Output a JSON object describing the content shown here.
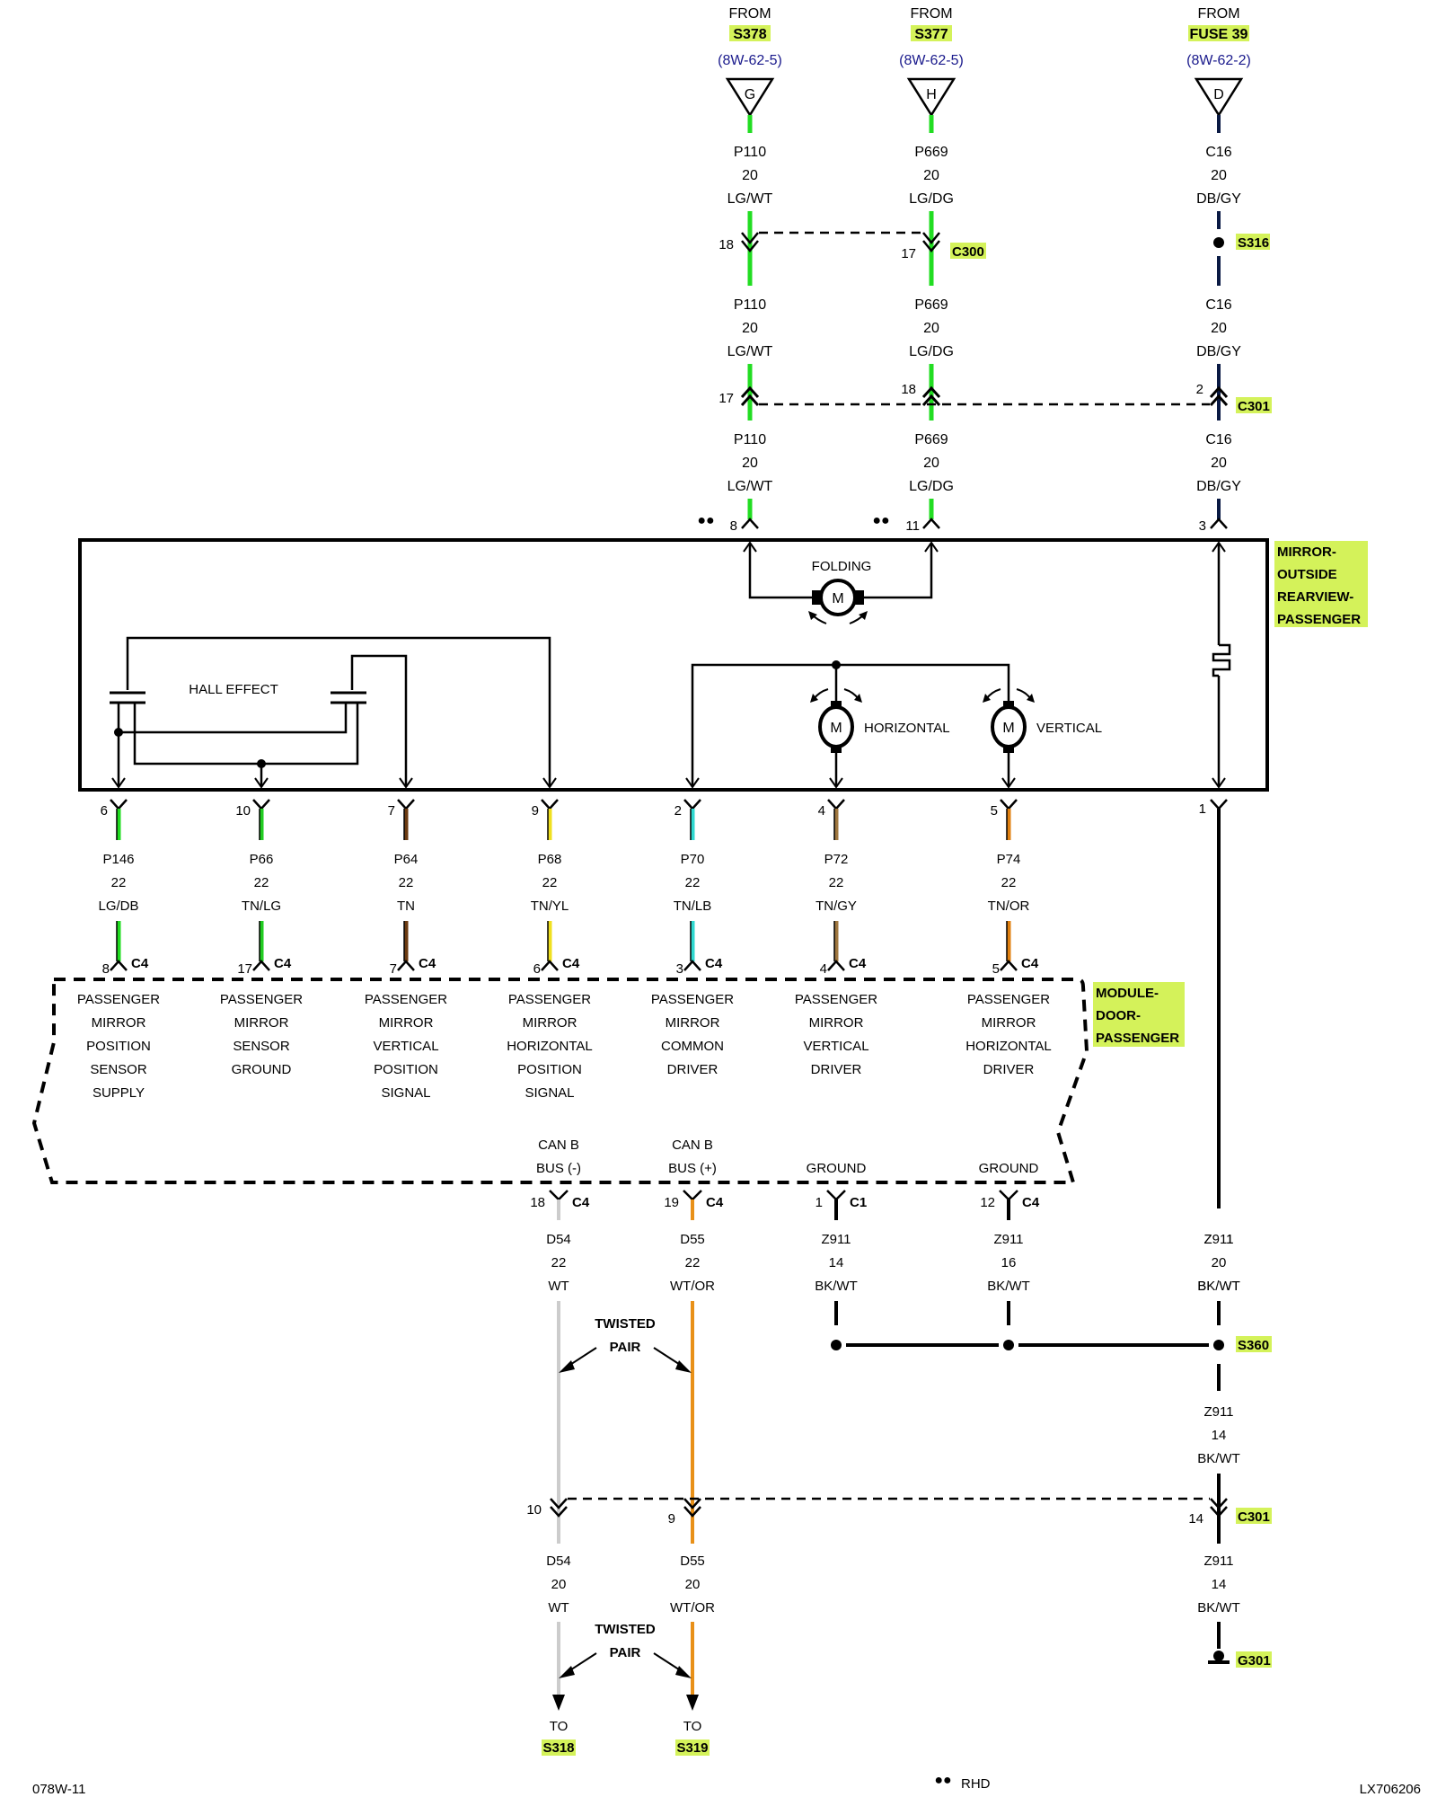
{
  "sources": [
    {
      "from_label": "FROM",
      "name": "S378",
      "ref": "(8W-62-5)",
      "letter": "G"
    },
    {
      "from_label": "FROM",
      "name": "S377",
      "ref": "(8W-62-5)",
      "letter": "H"
    },
    {
      "from_label": "FROM",
      "name": "FUSE 39",
      "ref": "(8W-62-2)",
      "letter": "D"
    }
  ],
  "upper_wires": {
    "p110": {
      "code": "P110",
      "gauge": "20",
      "color": "LG/WT"
    },
    "p669": {
      "code": "P669",
      "gauge": "20",
      "color": "LG/DG"
    },
    "c16": {
      "code": "C16",
      "gauge": "20",
      "color": "DB/GY"
    }
  },
  "connectors": {
    "c300": {
      "name": "C300",
      "pin_a": "18",
      "pin_b": "17"
    },
    "s316": {
      "name": "S316"
    },
    "c301_top": {
      "name": "C301",
      "pin_a": "17",
      "pin_b": "18",
      "pin_c": "2"
    },
    "mirror_pins_top": [
      "8",
      "11",
      "3"
    ],
    "rhd_marker": "●●"
  },
  "mirror": {
    "label_lines": [
      "MIRROR-",
      "OUTSIDE",
      "REARVIEW-",
      "PASSENGER"
    ],
    "folding": "FOLDING",
    "hall": "HALL EFFECT",
    "horizontal": "HORIZONTAL",
    "vertical": "VERTICAL",
    "motor_symbol": "M"
  },
  "lower_circuits": [
    {
      "pin": "6",
      "code": "P146",
      "gauge": "22",
      "color": "LG/DB",
      "c4pin": "8",
      "conn": "C4",
      "desc": [
        "PASSENGER",
        "MIRROR",
        "POSITION",
        "SENSOR",
        "SUPPLY"
      ],
      "hex": "#22dd22"
    },
    {
      "pin": "10",
      "code": "P66",
      "gauge": "22",
      "color": "TN/LG",
      "c4pin": "17",
      "conn": "C4",
      "desc": [
        "PASSENGER",
        "MIRROR",
        "SENSOR",
        "GROUND"
      ],
      "hex": "#22cc22"
    },
    {
      "pin": "7",
      "code": "P64",
      "gauge": "22",
      "color": "TN",
      "c4pin": "7",
      "conn": "C4",
      "desc": [
        "PASSENGER",
        "MIRROR",
        "VERTICAL",
        "POSITION",
        "SIGNAL"
      ],
      "hex": "#6b3a10"
    },
    {
      "pin": "9",
      "code": "P68",
      "gauge": "22",
      "color": "TN/YL",
      "c4pin": "6",
      "conn": "C4",
      "desc": [
        "PASSENGER",
        "MIRROR",
        "HORIZONTAL",
        "POSITION",
        "SIGNAL"
      ],
      "hex": "#f0e020"
    },
    {
      "pin": "2",
      "code": "P70",
      "gauge": "22",
      "color": "TN/LB",
      "c4pin": "3",
      "conn": "C4",
      "desc": [
        "PASSENGER",
        "MIRROR",
        "COMMON",
        "DRIVER"
      ],
      "hex": "#30d8d0"
    },
    {
      "pin": "4",
      "code": "P72",
      "gauge": "22",
      "color": "TN/GY",
      "c4pin": "4",
      "conn": "C4",
      "desc": [
        "PASSENGER",
        "MIRROR",
        "VERTICAL",
        "DRIVER"
      ],
      "hex": "#a07840"
    },
    {
      "pin": "5",
      "code": "P74",
      "gauge": "22",
      "color": "TN/OR",
      "c4pin": "5",
      "conn": "C4",
      "desc": [
        "PASSENGER",
        "MIRROR",
        "HORIZONTAL",
        "DRIVER"
      ],
      "hex": "#e08010"
    }
  ],
  "mirror_pin_1": "1",
  "module": {
    "label_lines": [
      "MODULE-",
      "DOOR-",
      "PASSENGER"
    ],
    "can_minus": [
      "CAN B",
      "BUS (-)"
    ],
    "can_plus": [
      "CAN B",
      "BUS (+)"
    ],
    "ground_1": "GROUND",
    "ground_2": "GROUND"
  },
  "bottom_circuits": {
    "d54": {
      "pin": "18",
      "conn": "C4",
      "code": "D54",
      "gauge": "22",
      "color": "WT"
    },
    "d55": {
      "pin": "19",
      "conn": "C4",
      "code": "D55",
      "gauge": "22",
      "color": "WT/OR"
    },
    "z911a": {
      "pin": "1",
      "conn": "C1",
      "code": "Z911",
      "gauge": "14",
      "color": "BK/WT"
    },
    "z911b": {
      "pin": "12",
      "conn": "C4",
      "code": "Z911",
      "gauge": "16",
      "color": "BK/WT"
    },
    "z911c": {
      "code": "Z911",
      "gauge": "20",
      "color": "BK/WT"
    },
    "s360": "S360",
    "z911d": {
      "code": "Z911",
      "gauge": "14",
      "color": "BK/WT"
    },
    "c301_bottom": {
      "name": "C301",
      "pin_d54": "10",
      "pin_d55": "9",
      "pin_z911": "14"
    },
    "d54_low": {
      "code": "D54",
      "gauge": "20",
      "color": "WT"
    },
    "d55_low": {
      "code": "D55",
      "gauge": "20",
      "color": "WT/OR"
    },
    "z911_low": {
      "code": "Z911",
      "gauge": "14",
      "color": "BK/WT"
    },
    "g301": "G301",
    "twisted_pair": [
      "TWISTED",
      "PAIR"
    ],
    "to_label": "TO",
    "to_s318": "S318",
    "to_s319": "S319"
  },
  "footer": {
    "left": "078W-11",
    "rhd_dots": "●●",
    "rhd": "RHD",
    "right": "LX706206"
  }
}
